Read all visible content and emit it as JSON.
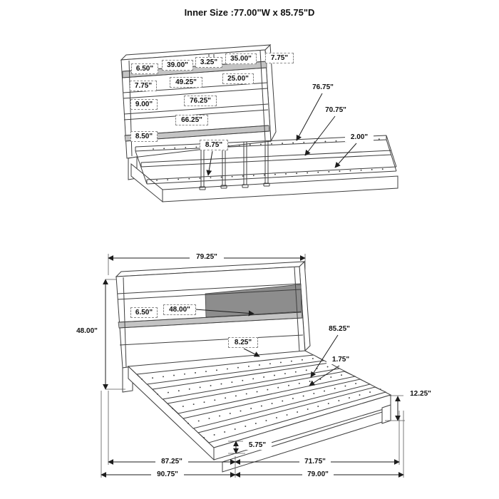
{
  "title": "Inner Size :77.00\"W x 85.75\"D",
  "top": {
    "shelf_left_depth": "6.50\"",
    "shelf_left_width": "39.00\"",
    "shelf_divider": "3.25\"",
    "shelf_right_width": "35.00\"",
    "top_depth": "7.75\"",
    "row2_height": "7.75\"",
    "row2_left_width": "49.25\"",
    "row2_right_width": "25.00\"",
    "row3_height": "9.00\"",
    "row3_width": "76.25\"",
    "row4_width": "66.25\"",
    "row5_height": "8.50\"",
    "slat_gap": "8.75\"",
    "rail_outer_length": "76.75\"",
    "rail_inner_length": "70.75\"",
    "rail_thickness": "2.00\""
  },
  "bottom": {
    "headboard_width": "79.25\"",
    "shelf_height": "6.50\"",
    "shelf_width": "48.00\"",
    "headboard_height": "48.00\"",
    "deck_height": "8.25\"",
    "deck_length": "85.25\"",
    "slat_thickness": "1.75\"",
    "foot_height": "12.25\"",
    "base_height": "5.75\"",
    "inner_length": "87.25\"",
    "foot_inner_length": "71.75\"",
    "overall_length": "90.75\"",
    "foot_overall_length": "79.00\""
  }
}
